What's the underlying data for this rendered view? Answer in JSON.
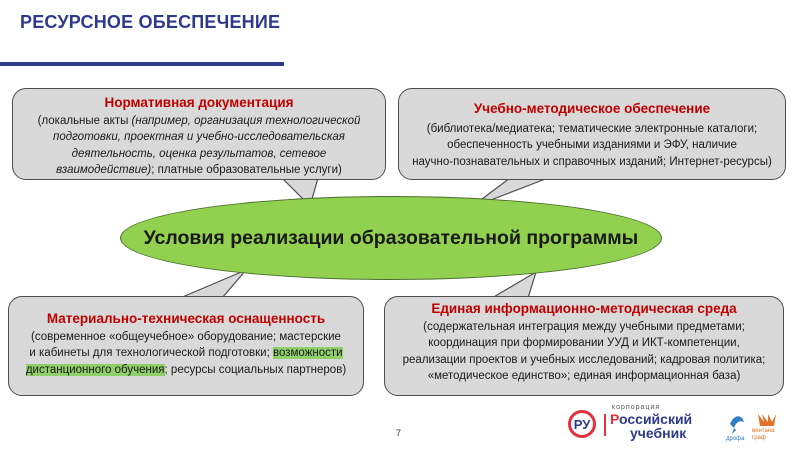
{
  "slide": {
    "title": "РЕСУРСНОЕ ОБЕСПЕЧЕНИЕ",
    "page_number": "7"
  },
  "center": {
    "label": "Условия реализации образовательной программы",
    "fill": "#92d050"
  },
  "boxes": {
    "top_left": {
      "heading": "Нормативная документация",
      "line1": "(локальные акты ",
      "line1_italic": "(например, организация технологической подготовки, проектная и учебно-исследовательская деятельность, оценка результатов, сетевое взаимодействие)",
      "line1_tail": "; платные образовательные услуги)"
    },
    "top_right": {
      "heading": "Учебно-методическое обеспечение",
      "lines": [
        "(библиотека/медиатека; тематические электронные каталоги;",
        "обеспеченность учебными изданиями и ЭФУ, наличие",
        "научно-познавательных и справочных изданий; Интернет-ресурсы)"
      ]
    },
    "bottom_left": {
      "heading": "Материально-техническая оснащенность",
      "line1": "(современное «общеучебное» оборудование; мастерские",
      "line2_a": "и кабинеты для технологической подготовки; ",
      "line2_hl": "возможности",
      "line3_hl": "дистанционного обучения",
      "line3_b": "; ресурсы социальных партнеров)",
      "highlight_color": "#8fcf6a"
    },
    "bottom_right": {
      "heading": "Единая информационно-методическая среда",
      "lines": [
        "(содержательная интеграция между учебными предметами;",
        "координация при формировании УУД и ИКТ-компетенции,",
        "реализации проектов и учебных исследований; кадровая политика;",
        "«методическое единство»; единая информационная база)"
      ]
    }
  },
  "logo": {
    "corp_label": "корпорация",
    "name_first_letter": "Р",
    "name_line1_rest": "оссийский",
    "name_line2": "учебник",
    "circle_letter": "РУ",
    "publisher1": "дрофа",
    "publisher2": "вентана граф"
  },
  "colors": {
    "title": "#2e3a8c",
    "heading": "#c00000",
    "box_fill": "#d9d9d9",
    "brand_red": "#e3303d"
  }
}
